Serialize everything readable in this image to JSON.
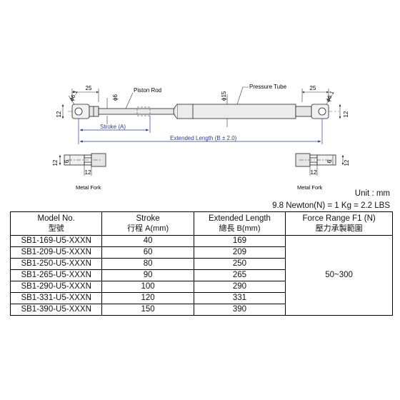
{
  "drawing": {
    "dims": {
      "fork_length_left": "25",
      "eye_dia_left": "ϕ6.1",
      "rod_dia": "ϕ6",
      "tube_dia": "ϕ15",
      "fork_length_right": "25",
      "eye_dia_right": "ϕ6.1",
      "fork_height_left": "12",
      "fork_height_right": "12",
      "fork_top_left_a": "12",
      "fork_top_left_b": "6",
      "fork_top_left_c": "12",
      "fork_top_right_a": "6",
      "fork_top_right_b": "12",
      "fork_top_right_c": "12"
    },
    "labels": {
      "piston_rod": "Piston Rod",
      "pressure_tube": "Pressure Tube",
      "stroke": "Stroke (A)",
      "extended_length": "Extended Length (B ± 2.0)",
      "metal_fork_left": "Metal Fork",
      "metal_fork_right": "Metal Fork"
    }
  },
  "unit_text": "Unit : mm",
  "conversion_text": "9.8 Newton(N) = 1 Kg = 2.2 LBS",
  "table": {
    "headers": [
      {
        "en": "Model No.",
        "zh": "型號"
      },
      {
        "en": "Stroke",
        "zh": "行程 A(mm)"
      },
      {
        "en": "Extended Length",
        "zh": "總長 B(mm)"
      },
      {
        "en": "Force Range F1 (N)",
        "zh": "壓力承製範圍"
      }
    ],
    "rows": [
      {
        "model": "SB1-169-U5-XXXN",
        "stroke": "40",
        "length": "169"
      },
      {
        "model": "SB1-209-U5-XXXN",
        "stroke": "60",
        "length": "209"
      },
      {
        "model": "SB1-250-U5-XXXN",
        "stroke": "80",
        "length": "250"
      },
      {
        "model": "SB1-265-U5-XXXN",
        "stroke": "90",
        "length": "265"
      },
      {
        "model": "SB1-290-U5-XXXN",
        "stroke": "100",
        "length": "290"
      },
      {
        "model": "SB1-331-U5-XXXN",
        "stroke": "120",
        "length": "331"
      },
      {
        "model": "SB1-390-U5-XXXN",
        "stroke": "150",
        "length": "390"
      }
    ],
    "force_range": "50~300"
  }
}
